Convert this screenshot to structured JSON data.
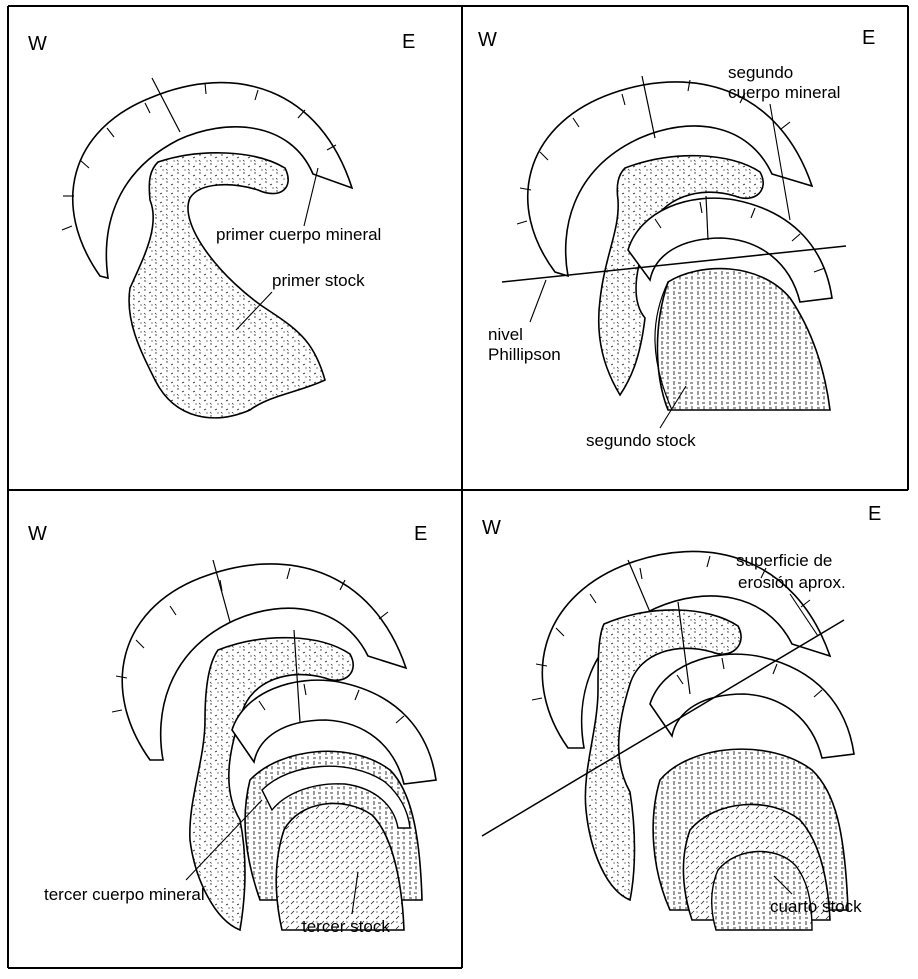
{
  "panels": [
    {
      "west": "W",
      "east": "E",
      "labels": {
        "ore_body": "primer cuerpo mineral",
        "stock": "primer stock"
      }
    },
    {
      "west": "W",
      "east": "E",
      "labels": {
        "ore_body_line1": "segundo",
        "ore_body_line2": "cuerpo mineral",
        "level_line1": "nivel",
        "level_line2": "Phillipson",
        "stock": "segundo stock"
      }
    },
    {
      "west": "W",
      "east": "E",
      "labels": {
        "ore_body": "tercer cuerpo mineral",
        "stock": "tercer stock"
      }
    },
    {
      "west": "W",
      "east": "E",
      "labels": {
        "surface_line1": "superficie de",
        "surface_line2": "erosión aprox.",
        "stock": "cuarto stock"
      }
    }
  ]
}
